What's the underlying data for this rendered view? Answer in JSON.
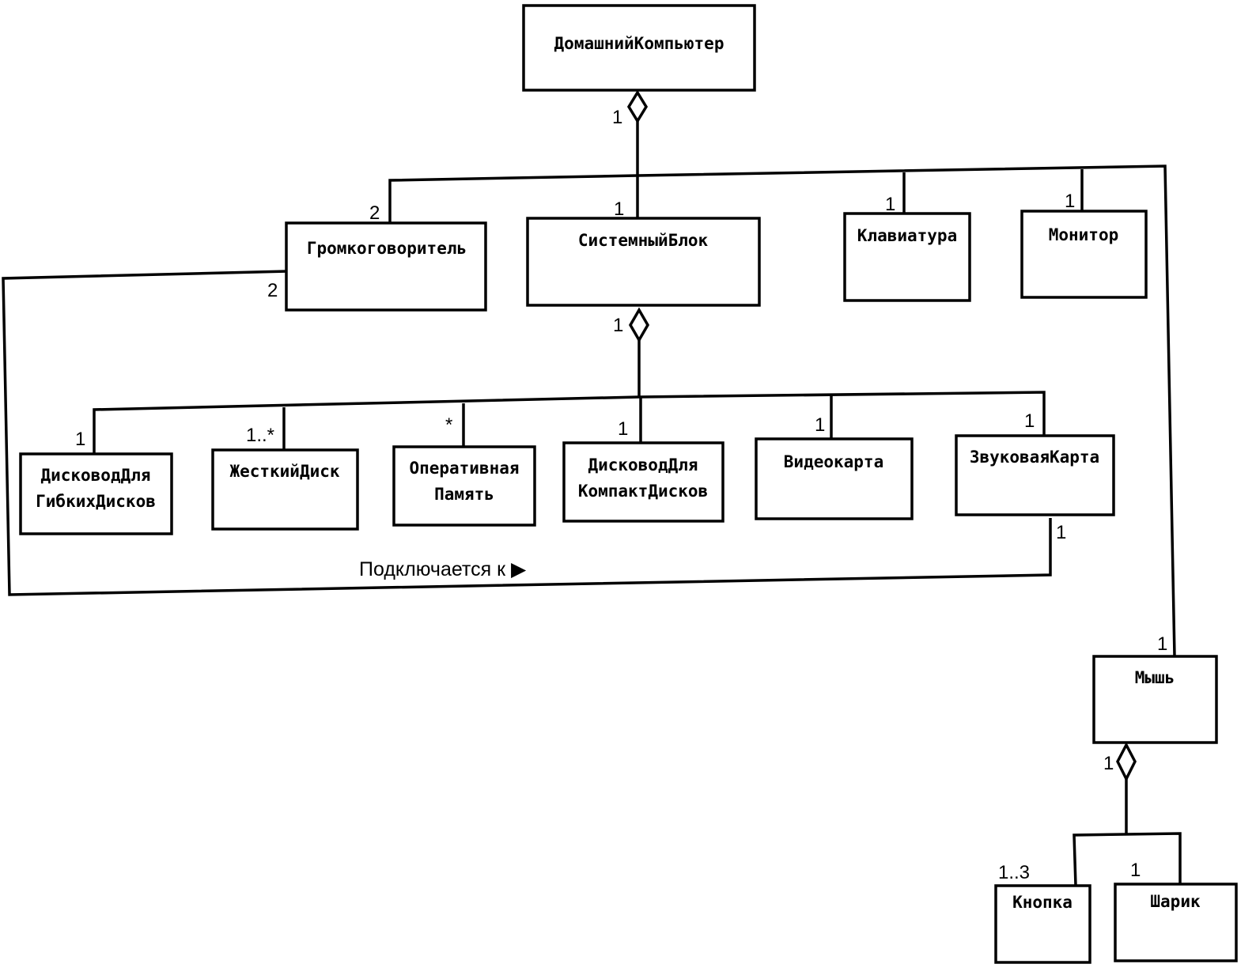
{
  "classes": {
    "home_computer": "ДомашнийКомпьютер",
    "speaker": "Громкоговоритель",
    "system_unit": "СистемныйБлок",
    "keyboard": "Клавиатура",
    "monitor": "Монитор",
    "floppy_drive": [
      "ДисководДля",
      "ГибкихДисков"
    ],
    "hard_disk": "ЖесткийДиск",
    "ram": [
      "Оперативная",
      "Память"
    ],
    "cd_drive": [
      "ДисководДля",
      "КомпактДисков"
    ],
    "video_card": "Видеокарта",
    "sound_card": "ЗвуковаяКарта",
    "mouse": "Мышь",
    "button": "Кнопка",
    "ball": "Шарик"
  },
  "multiplicities": {
    "home_computer_whole": "1",
    "speaker_part": "2",
    "system_unit_part": "1",
    "keyboard_part": "1",
    "monitor_part": "1",
    "mouse_part": "1",
    "system_unit_whole": "1",
    "floppy_part": "1",
    "hard_disk_part": "1..*",
    "ram_part": "*",
    "cd_drive_part": "1",
    "video_card_part": "1",
    "sound_card_part": "1",
    "speaker_connection": "2",
    "sound_card_connection": "1",
    "mouse_whole": "1",
    "button_part": "1..3",
    "ball_part": "1"
  },
  "associations": {
    "connects_to": "Подключается к ▶"
  }
}
